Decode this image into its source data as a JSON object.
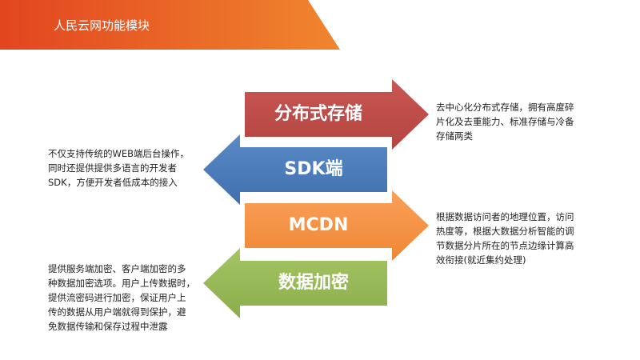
{
  "header": {
    "title": "人民云网功能模块"
  },
  "colors": {
    "banner_start": "#e2451f",
    "banner_end": "#f0862e",
    "distributed_storage": "#c0504d",
    "sdk": "#4f81bd",
    "mcdn": "#f79646",
    "encryption": "#9bbb59"
  },
  "modules": [
    {
      "label": "分布式存储",
      "direction": "right",
      "description": [
        "去中心化分布式存储，拥有高度碎",
        "片化及去重能力、标准存储与冷备",
        "存储两类"
      ]
    },
    {
      "label": "SDK端",
      "direction": "left",
      "description": [
        "不仅支持传统的WEB端后台操作，",
        "同时还提供提供多语言的开发者",
        "SDK，方便开发者低成本的接入"
      ]
    },
    {
      "label": "MCDN",
      "direction": "right",
      "description": [
        "根据数据访问者的地理位置，访问",
        "热度等，根据大数据分析智能的调",
        "节数据分片所在的节点边缘计算高",
        "效衔接(就近集约处理)"
      ]
    },
    {
      "label": "数据加密",
      "direction": "left",
      "description": [
        "提供服务端加密、客户端加密的多",
        "种数据加密选项。用户上传数据时，",
        "提供流密码进行加密，保证用户上",
        "传的数据从用户端就得到保护，避",
        "免数据传输和保存过程中泄露"
      ]
    }
  ]
}
